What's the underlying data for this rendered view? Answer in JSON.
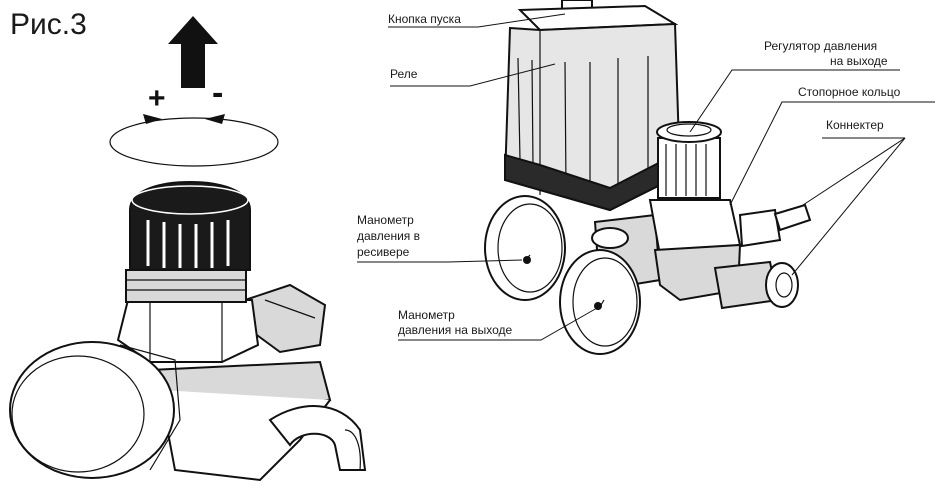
{
  "figure": {
    "title": "Рис.3",
    "plus_sign": "+",
    "minus_sign": "-"
  },
  "labels": {
    "start_button": "Кнопка пуска",
    "relay": "Реле",
    "outlet_regulator_line1": "Регулятор давления",
    "outlet_regulator_line2": "на выходе",
    "lock_ring": "Стопорное кольцо",
    "connector": "Коннектер",
    "receiver_gauge_line1": "Манометр",
    "receiver_gauge_line2": "давления в",
    "receiver_gauge_line3": "ресивере",
    "outlet_gauge_line1": "Манометр",
    "outlet_gauge_line2": "давления на выходе"
  },
  "colors": {
    "ink": "#111111",
    "knob_fill": "#1a1a1a",
    "body_shade": "#d9d9d9",
    "relay_fill": "#e6e6e6"
  }
}
